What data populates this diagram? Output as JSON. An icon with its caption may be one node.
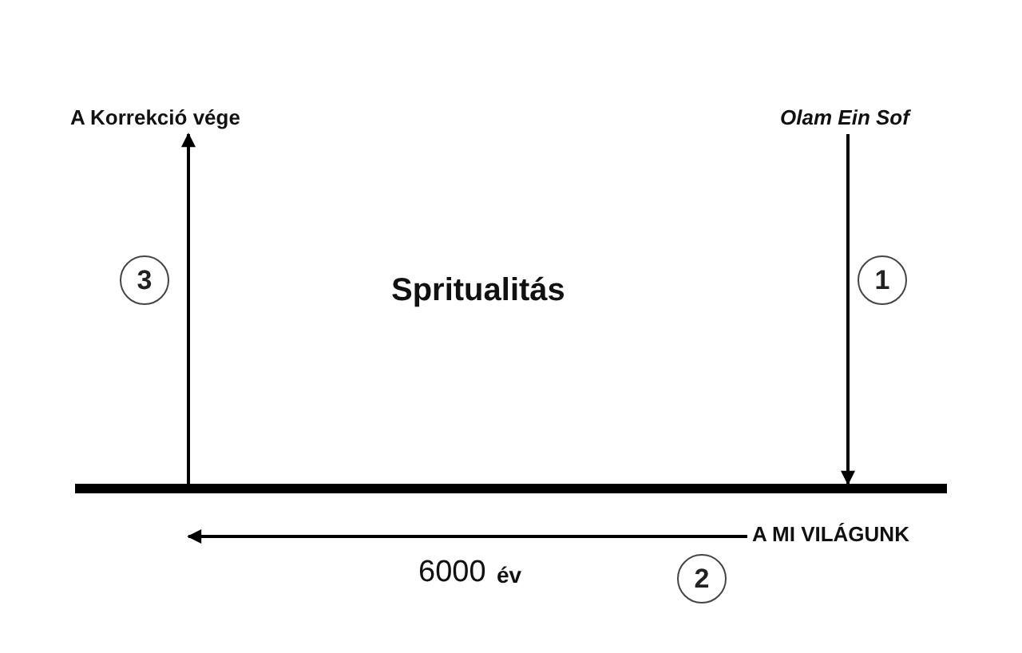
{
  "diagram": {
    "nodes": [
      {
        "text": [
          "A Korrekció vége"
        ]
      },
      {
        "text": [
          "Olam Ein Sof"
        ]
      },
      {
        "text": [],
        "shape": "bar"
      },
      {
        "text": [
          "A MI VILÁGUNK"
        ]
      },
      {
        "text": [
          "3"
        ]
      },
      {
        "text": [
          "1"
        ]
      },
      {
        "text": [
          "2"
        ]
      }
    ],
    "edges": [
      {
        "from": 1,
        "to": 2,
        "arrow": "to"
      },
      {
        "from": 2,
        "to": 0,
        "arrow": "to"
      },
      {
        "from": 3,
        "to": 2,
        "arrow": "to"
      }
    ],
    "labels": [
      "Spritualitás",
      "6000",
      "év"
    ]
  }
}
